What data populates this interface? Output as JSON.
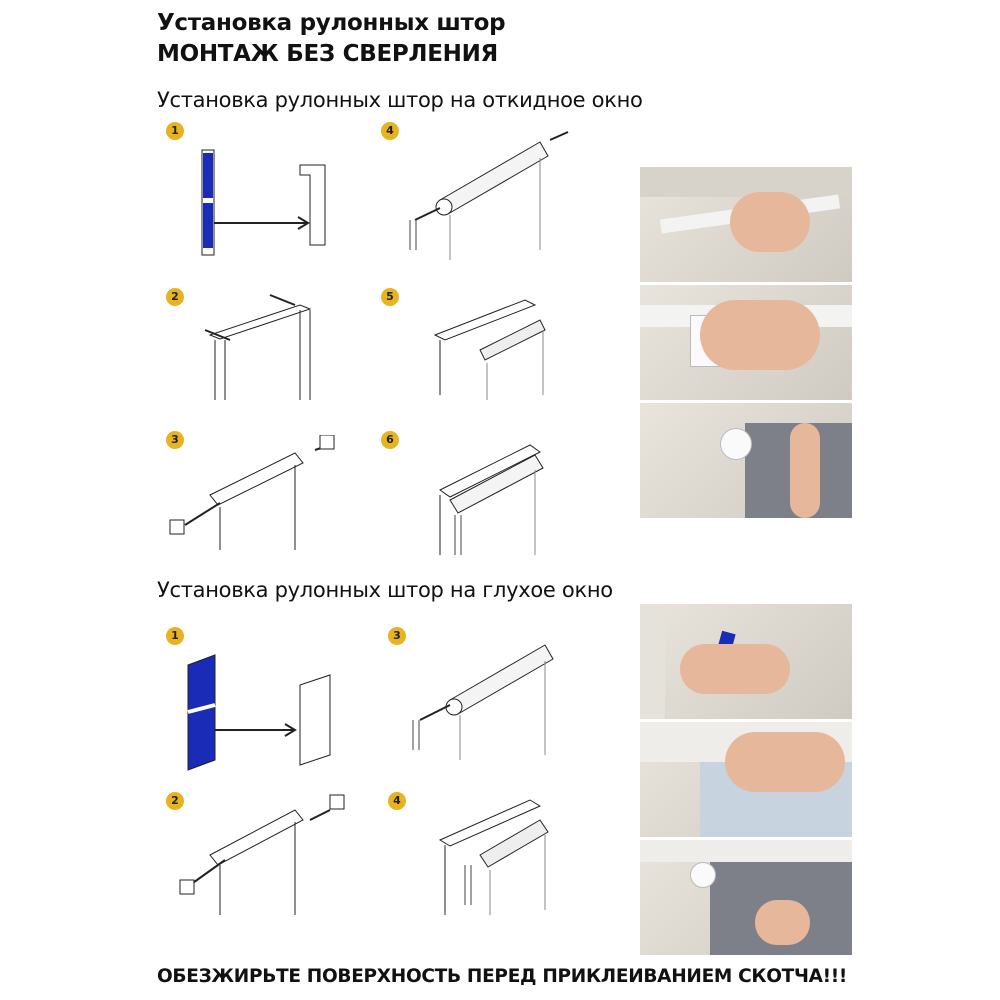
{
  "title": {
    "line1": "Установка рулонных штор",
    "line2": "МОНТАЖ БЕЗ СВЕРЛЕНИЯ"
  },
  "section1": {
    "heading": "Установка рулонных штор на откидное окно",
    "steps": [
      "1",
      "2",
      "3",
      "4",
      "5",
      "6"
    ]
  },
  "section2": {
    "heading": "Установка рулонных штор на глухое окно",
    "steps": [
      "1",
      "2",
      "3",
      "4"
    ]
  },
  "footer": "ОБЕЗЖИРЬТЕ ПОВЕРХНОСТЬ ПЕРЕД ПРИКЛЕИВАНИЕМ СКОТЧА!!!",
  "colors": {
    "badge": "#e8b320",
    "tape": "#1a2bb8",
    "blind": "#7d8088"
  }
}
